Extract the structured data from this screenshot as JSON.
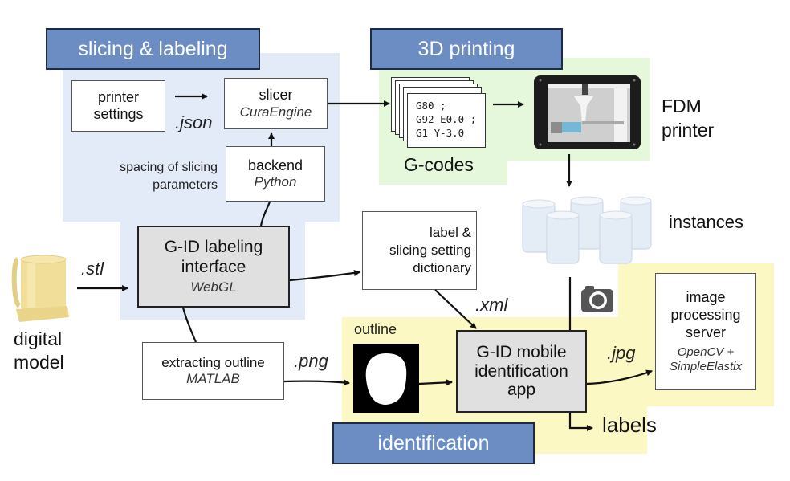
{
  "sections": {
    "slicing": "slicing & labeling",
    "printing": "3D printing",
    "identification": "identification"
  },
  "nodes": {
    "printer_settings": [
      "printer",
      "settings"
    ],
    "slicer": {
      "title": "slicer",
      "tech": "CuraEngine"
    },
    "backend": {
      "title": "backend",
      "tech": "Python"
    },
    "spacing_note": [
      "spacing of slicing",
      "parameters"
    ],
    "labeling_interface": {
      "title": [
        "G-ID labeling",
        "interface"
      ],
      "tech": "WebGL"
    },
    "dictionary": [
      "label &",
      "slicing setting",
      "dictionary"
    ],
    "extracting_outline": {
      "title": "extracting outline",
      "tech": "MATLAB"
    },
    "digital_model": [
      "digital",
      "model"
    ],
    "gcodes": {
      "lines": [
        "G80 ;",
        "G92 E0.0 ;",
        "G1 Y-3.0"
      ],
      "label": "G-codes"
    },
    "fdm_printer": [
      "FDM",
      "printer"
    ],
    "instances": "instances",
    "outline": "outline",
    "mobile_app": [
      "G-ID mobile",
      "identification",
      "app"
    ],
    "server": {
      "title": [
        "image",
        "processing",
        "server"
      ],
      "tech": [
        "OpenCV +",
        "SimpleElastix"
      ]
    },
    "labels": "labels"
  },
  "edges": {
    "json": ".json",
    "stl": ".stl",
    "png": ".png",
    "xml": ".xml",
    "jpg": ".jpg"
  },
  "icons": {
    "camera": "camera-icon",
    "printer": "3d-printer-image",
    "mug": "mug-model-image"
  }
}
